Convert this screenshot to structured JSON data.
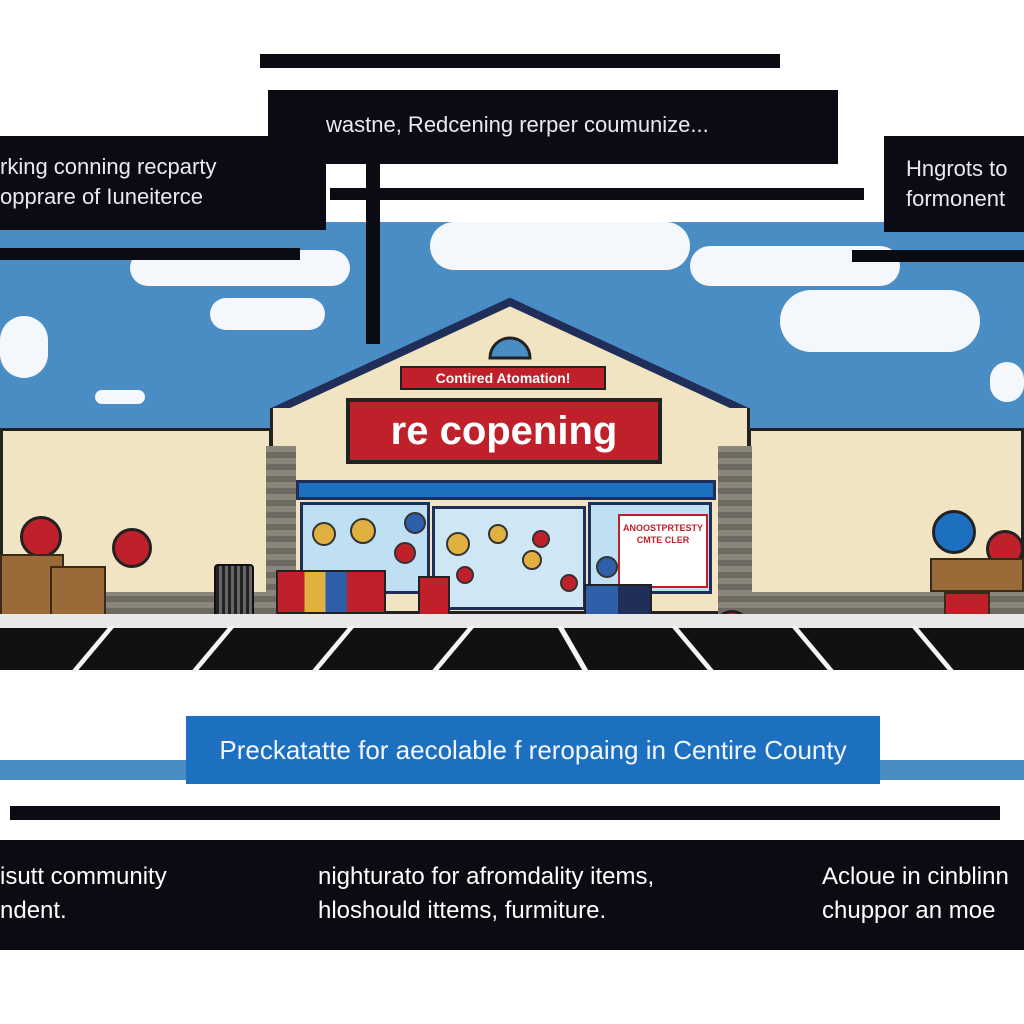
{
  "callouts": {
    "top_center": "wastne,  Redcening rerper coumunize...",
    "left": "rking  conning  recparty\nopprare of Iuneiterce",
    "right": "Hngrots to\nformonent"
  },
  "store": {
    "top_sign": "Contired Atomation!",
    "main_sign": "re copening",
    "window_poster": "ANOOSTPRTESTY\nCMTE CLER"
  },
  "banner": {
    "text": "Preckatatte for aecolable f reropaing in Centire County"
  },
  "footer": {
    "left": "isutt  community\nndent.",
    "center": "nighturato for afromdality items,\nhloshould  ittems,  furmiture.",
    "right": "Acloue in cinblinn\nchuppor  an  moe"
  },
  "colors": {
    "sky": "#4a8cc4",
    "brand_red": "#c0202a",
    "banner_blue": "#1d6fc0",
    "panel_black": "#0b0b14"
  }
}
